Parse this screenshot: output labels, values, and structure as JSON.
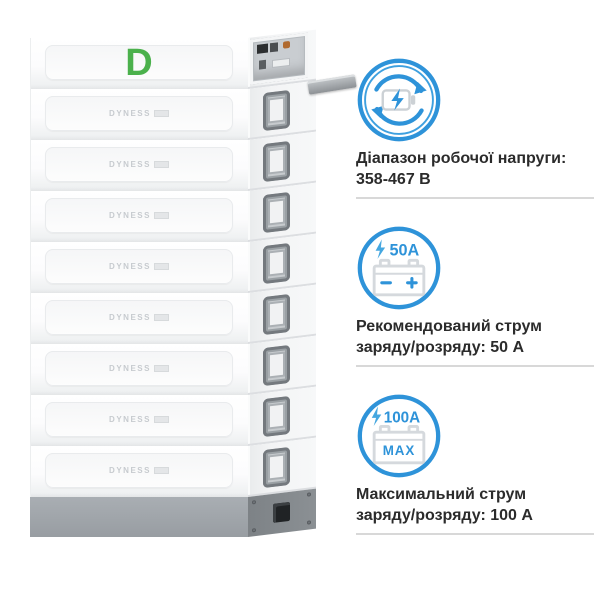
{
  "product": {
    "brand_letter": "D",
    "module_logo": "DYNESS",
    "module_count": 8
  },
  "features": [
    {
      "icon": "charge-cycle-battery-icon",
      "line1": "Діапазон робочої напруги:",
      "line2": "358-467 В"
    },
    {
      "icon": "battery-current-icon",
      "badge": "50A",
      "line1": "Рекомендований струм",
      "line2": "заряду/розряду: 50 А"
    },
    {
      "icon": "battery-max-current-icon",
      "badge": "100A",
      "max_label": "MAX",
      "line1": "Максимальний струм",
      "line2": "заряду/розряду: 100 А"
    }
  ],
  "colors": {
    "accent_blue": "#2E93D9",
    "brand_green": "#4BB14C",
    "text_dark": "#2B2B2B",
    "divider_gray": "#D8D8D8",
    "base_gray": "#9AA0A5"
  }
}
